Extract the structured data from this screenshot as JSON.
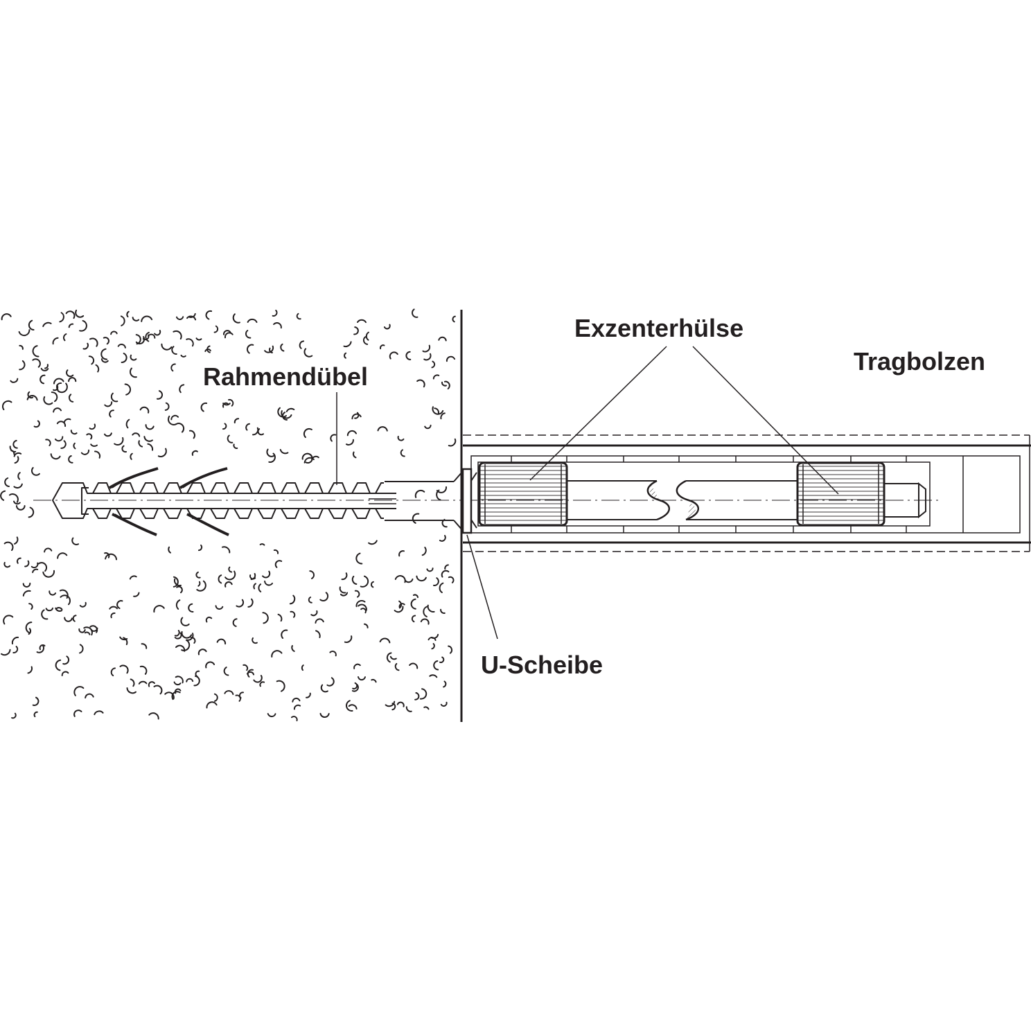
{
  "labels": {
    "rahmenduebel": "Rahmendübel",
    "exzenterhuelse": "Exzenterhülse",
    "tragbolzen": "Tragbolzen",
    "u_scheibe": "U-Scheibe"
  },
  "colors": {
    "line": "#231f20",
    "background": "#ffffff"
  }
}
